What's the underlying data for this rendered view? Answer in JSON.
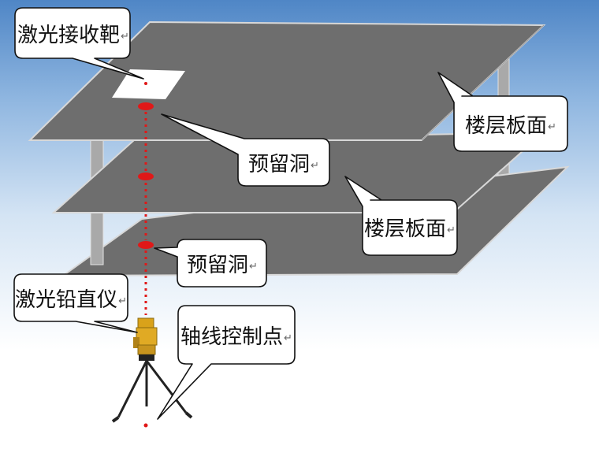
{
  "labels": {
    "laser_target": "激光接收靶",
    "upper_floor_slab": "楼层板面",
    "upper_reserved_hole": "预留洞",
    "lower_floor_slab": "楼层板面",
    "lower_reserved_hole": "预留洞",
    "laser_plumb": "激光铅直仪",
    "axis_control_point": "轴线控制点"
  },
  "paragraph_mark": "↵",
  "colors": {
    "sky_top": "#4f86c6",
    "slab": "#6e6e6e",
    "slab_edge": "#d8d8d8",
    "laser": "#e01818",
    "instrument": "#d9a21a",
    "callout_fill": "#ffffff",
    "callout_stroke": "#111111"
  }
}
